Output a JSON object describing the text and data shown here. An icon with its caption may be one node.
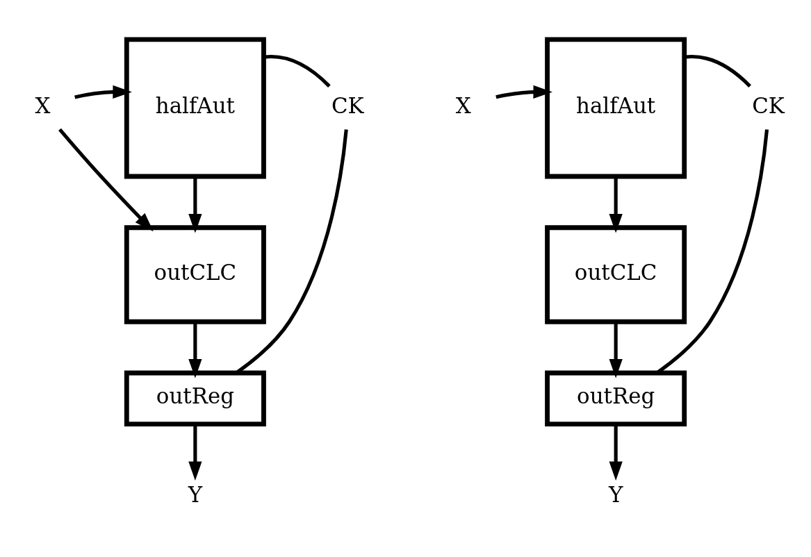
{
  "diagram": {
    "nodes": [
      {
        "text": [
          "halfAut"
        ]
      },
      {
        "text": [
          "X"
        ]
      },
      {
        "text": [
          "CK"
        ]
      },
      {
        "text": [
          "outCLC"
        ]
      },
      {
        "text": [
          "outReg"
        ]
      },
      {
        "text": [
          "Y"
        ]
      },
      {
        "text": [
          "halfAut"
        ]
      },
      {
        "text": [
          "X"
        ]
      },
      {
        "text": [
          "CK"
        ]
      },
      {
        "text": [
          "outCLC"
        ]
      },
      {
        "text": [
          "outReg"
        ]
      },
      {
        "text": [
          "Y"
        ]
      }
    ],
    "edges": [
      {
        "from": 1,
        "to": 0,
        "arrow": "to"
      },
      {
        "from": 1,
        "to": 3,
        "arrow": "to"
      },
      {
        "from": 0,
        "to": 3,
        "arrow": "to"
      },
      {
        "from": 3,
        "to": 4,
        "arrow": "to"
      },
      {
        "from": 4,
        "to": 5,
        "arrow": "to"
      },
      {
        "from": 2,
        "to": 0,
        "arrow": "none"
      },
      {
        "from": 2,
        "to": 4,
        "arrow": "none"
      },
      {
        "from": 7,
        "to": 6,
        "arrow": "to"
      },
      {
        "from": 6,
        "to": 9,
        "arrow": "to"
      },
      {
        "from": 9,
        "to": 10,
        "arrow": "to"
      },
      {
        "from": 10,
        "to": 11,
        "arrow": "to"
      },
      {
        "from": 8,
        "to": 6,
        "arrow": "none"
      },
      {
        "from": 8,
        "to": 10,
        "arrow": "none"
      }
    ]
  }
}
